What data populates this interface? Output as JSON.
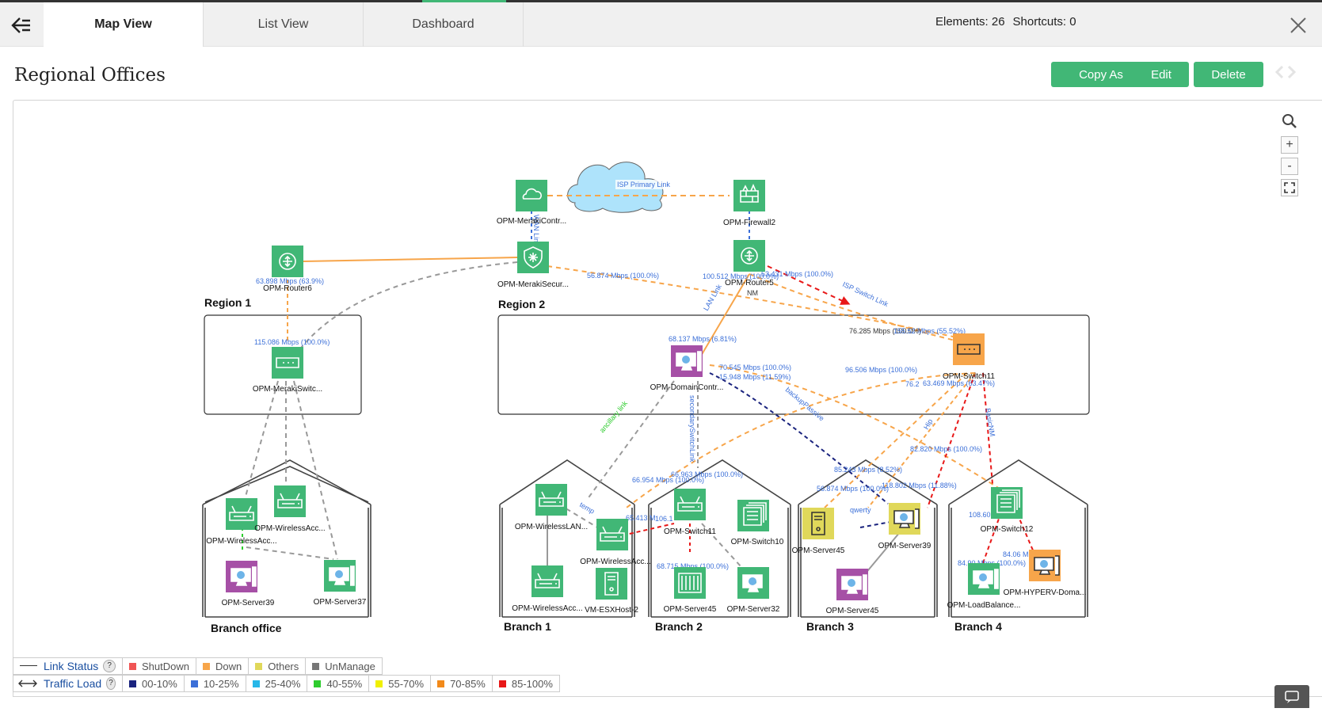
{
  "header": {
    "tabs": [
      {
        "label": "Map View",
        "active": true
      },
      {
        "label": "List View"
      },
      {
        "label": "Dashboard"
      }
    ],
    "elements_label": "Elements: 26",
    "shortcuts_label": "Shortcuts: 0"
  },
  "page": {
    "title": "Regional Offices"
  },
  "actions": {
    "copy_as": "Copy As",
    "edit": "Edit",
    "delete": "Delete"
  },
  "zoom_tools": {
    "zoom_in": "+",
    "zoom_out": "-"
  },
  "map": {
    "groups": [
      "Region 1",
      "Region 2",
      "Branch office",
      "Branch 1",
      "Branch 2",
      "Branch 3",
      "Branch 4"
    ],
    "nodes": [
      {
        "name": "OPM-MerakiContr...",
        "color": "#41b776"
      },
      {
        "name": "OPM-Firewall2",
        "color": "#41b776"
      },
      {
        "name": "OPM-Router6",
        "color": "#41b776"
      },
      {
        "name": "OPM-MerakiSecur...",
        "color": "#41b776"
      },
      {
        "name": "OPM-Router5",
        "color": "#41b776"
      },
      {
        "name": "OPM-MerakiSwitc...",
        "color": "#41b776"
      },
      {
        "name": "OPM-DomainContr...",
        "color": "#a650a6"
      },
      {
        "name": "OPM-Switch11",
        "color": "#f7a54a"
      },
      {
        "name": "OPM-WirelessAcc...",
        "color": "#41b776"
      },
      {
        "name": "OPM-WirelessAcc...",
        "color": "#41b776"
      },
      {
        "name": "OPM-Server39",
        "color": "#a650a6"
      },
      {
        "name": "OPM-Server37",
        "color": "#41b776"
      },
      {
        "name": "OPM-WirelessLAN...",
        "color": "#41b776"
      },
      {
        "name": "OPM-WirelessAcc...",
        "color": "#41b776"
      },
      {
        "name": "OPM-WirelessAcc...",
        "color": "#41b776"
      },
      {
        "name": "VM-ESXHost-2",
        "color": "#41b776"
      },
      {
        "name": "OPM-Switch11",
        "color": "#41b776"
      },
      {
        "name": "OPM-Switch10",
        "color": "#41b776"
      },
      {
        "name": "OPM-Server45",
        "color": "#41b776"
      },
      {
        "name": "OPM-Server32",
        "color": "#41b776"
      },
      {
        "name": "OPM-Server45",
        "color": "#e0d85a"
      },
      {
        "name": "OPM-Server39",
        "color": "#e0d85a"
      },
      {
        "name": "OPM-Server45",
        "color": "#a650a6"
      },
      {
        "name": "OPM-Switch12",
        "color": "#41b776"
      },
      {
        "name": "OPM-LoadBalance...",
        "color": "#41b776"
      },
      {
        "name": "OPM-HYPERV-Doma...",
        "color": "#f7a54a"
      }
    ],
    "link_labels": [
      "ISP Primary Link",
      "63.898 Mbps (63.9%)",
      "56.874 Mbps (100.0%)",
      "100.512 Mbps (100.0%)",
      "53.431 Mbps (100.0%)",
      "ISP Switch Link",
      "LAN Link",
      "WAN Link",
      "NM",
      "76.285 Mbps (100.0%)",
      "155.52 Mbps (55.52%)",
      "115.086 Mbps (100.0%)",
      "68.137 Mbps (6.81%)",
      "70.545 Mbps (100.0%)",
      "15.948 Mbps (11.59%)",
      "96.506 Mbps (100.0%)",
      "76.2",
      "63.469 Mbps (63.47%)",
      "backupPassive",
      "secondarySwitchLink",
      "ancillary link",
      "Hip",
      "82.820 Mbps (100.0%)",
      "BasicNM",
      "85.243 Mbps (8.52%)",
      "56.874 Mbps (100.0%)",
      "118.802 Mbps (11.88%)",
      "66.954 Mbps (100.0%)",
      "66.963 Mbps (100.0%)",
      "65.413 M",
      "106.1",
      "temp",
      "qwerty",
      "108.609",
      "84.06 Mbps",
      "84.90 Mbps (100.0%)",
      "68.715 Mbps (100.0%)"
    ]
  },
  "legend": {
    "link_status": {
      "label": "Link Status",
      "help": "?",
      "items": [
        {
          "label": "ShutDown",
          "color": "#f05454"
        },
        {
          "label": "Down",
          "color": "#f7a54a"
        },
        {
          "label": "Others",
          "color": "#e0d85a"
        },
        {
          "label": "UnManage",
          "color": "#777777"
        }
      ]
    },
    "traffic_load": {
      "label": "Traffic Load",
      "help": "?",
      "items": [
        {
          "label": "00-10%",
          "color": "#1a237e"
        },
        {
          "label": "10-25%",
          "color": "#3b6fd8"
        },
        {
          "label": "25-40%",
          "color": "#27b7e8"
        },
        {
          "label": "40-55%",
          "color": "#2ecc2e"
        },
        {
          "label": "55-70%",
          "color": "#f0f000"
        },
        {
          "label": "70-85%",
          "color": "#f28a1a"
        },
        {
          "label": "85-100%",
          "color": "#e81818"
        }
      ]
    }
  }
}
